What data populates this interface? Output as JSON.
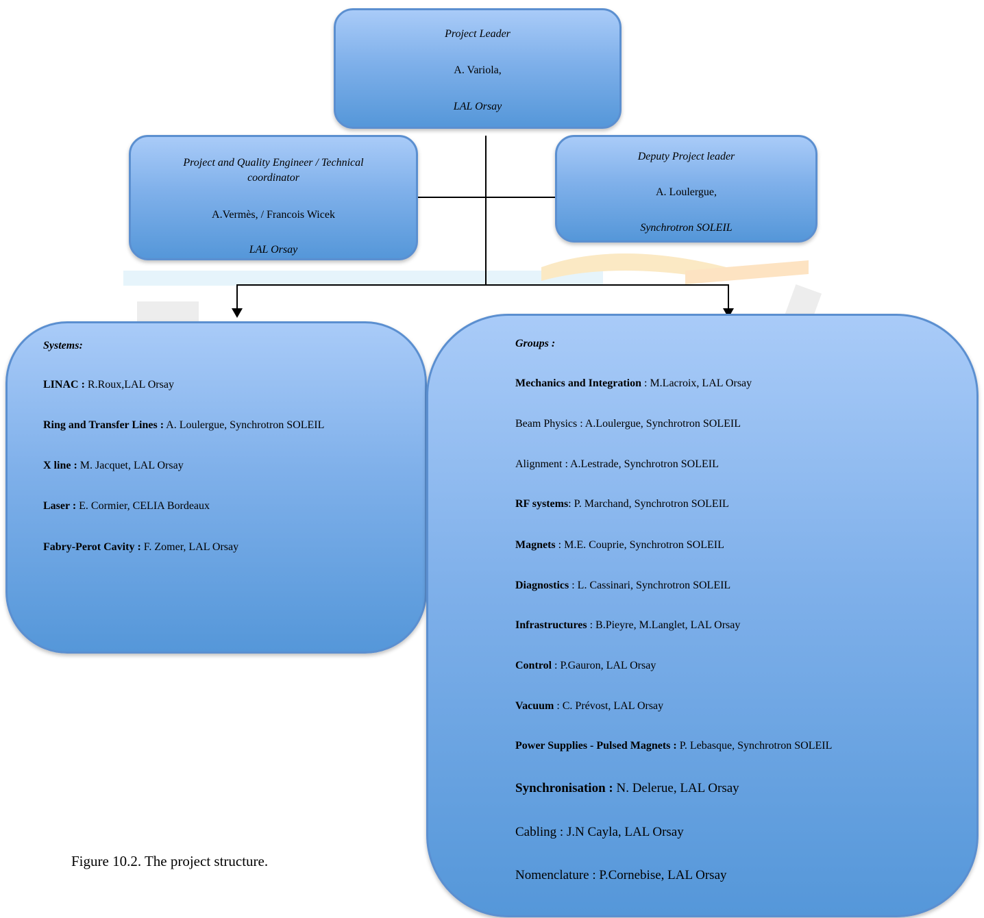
{
  "leader": {
    "role": "Project Leader",
    "name": "A. Variola,",
    "org": "LAL Orsay"
  },
  "pqe": {
    "role": "Project and Quality Engineer  / Technical coordinator",
    "name": "A.Vermès, / Francois Wicek",
    "org": "LAL Orsay"
  },
  "deputy": {
    "role": "Deputy Project leader",
    "name": "A. Loulergue,",
    "org": "Synchrotron SOLEIL"
  },
  "systems": {
    "title": "Systems:",
    "items": [
      {
        "label": "LINAC :",
        "value": "R.Roux,LAL Orsay"
      },
      {
        "label": "Ring and Transfer Lines :",
        "value": "A. Loulergue, Synchrotron SOLEIL"
      },
      {
        "label": "X line :",
        "value": "M. Jacquet, LAL Orsay"
      },
      {
        "label": "Laser :",
        "value": "E. Cormier, CELIA Bordeaux"
      },
      {
        "label": "Fabry-Perot Cavity :",
        "value": "F. Zomer, LAL Orsay"
      }
    ]
  },
  "groups": {
    "title": "Groups :",
    "items": [
      {
        "label": "Mechanics and Integration",
        "value": " : M.Lacroix, LAL Orsay"
      },
      {
        "label": "",
        "value": "Beam Physics : A.Loulergue, Synchrotron SOLEIL"
      },
      {
        "label": "",
        "value": "Alignment : A.Lestrade, Synchrotron SOLEIL"
      },
      {
        "label": "RF systems",
        "value": ": P. Marchand, Synchrotron SOLEIL"
      },
      {
        "label": "Magnets",
        "value": " : M.E. Couprie, Synchrotron SOLEIL"
      },
      {
        "label": "Diagnostics",
        "value": " : L. Cassinari, Synchrotron SOLEIL"
      },
      {
        "label": "Infrastructures",
        "value": " : B.Pieyre, M.Langlet, LAL Orsay"
      },
      {
        "label": "Control",
        "value": " : P.Gauron, LAL Orsay"
      },
      {
        "label": "Vacuum",
        "value": " : C. Prévost, LAL Orsay"
      },
      {
        "label": "Power Supplies - Pulsed Magnets :",
        "value": " P. Lebasque, Synchrotron SOLEIL"
      },
      {
        "label": "Synchronisation :",
        "value": " N. Delerue, LAL Orsay"
      },
      {
        "label": "",
        "value": "Cabling : J.N Cayla, LAL Orsay"
      },
      {
        "label": "",
        "value": "Nomenclature : P.Cornebise, LAL Orsay"
      }
    ]
  },
  "caption": "Figure 10.2. The project structure.",
  "colors": {
    "box_top": "#a9cbf8",
    "box_bottom": "#5597d9",
    "border": "#5b8fd0"
  }
}
